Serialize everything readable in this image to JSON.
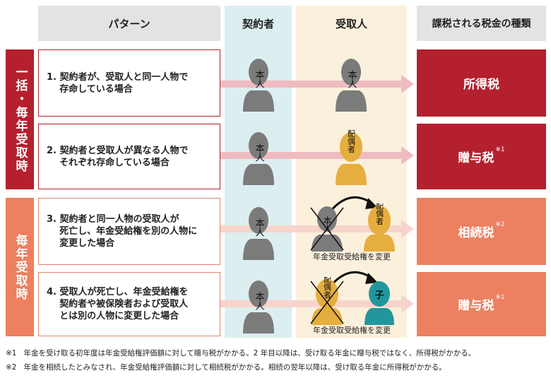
{
  "headers": {
    "pattern": "パターン",
    "contractor": "契約者",
    "recipient": "受取人",
    "tax_type": "課税される税金の種類"
  },
  "side_labels": {
    "lump_annual": "一括・毎年受取時",
    "annual": "毎年受取時"
  },
  "rows": [
    {
      "description": "1. 契約者が、受取人と同一人物で\n    存命している場合",
      "contractor_label": "本人",
      "recipient_label": "本人",
      "tax": "所得税",
      "tax_note": ""
    },
    {
      "description": "2. 契約者と受取人が異なる人物で\n    それぞれ存命している場合",
      "contractor_label": "本人",
      "recipient_label": "配偶者",
      "tax": "贈与税",
      "tax_note": "※1"
    },
    {
      "description": "3. 契約者と同一人物の受取人が\n    死亡し、年金受給権を別の人物に\n    変更した場合",
      "contractor_label": "本人",
      "old_recipient_label": "本人",
      "new_recipient_label": "配偶者",
      "change_label": "年金受取受給権を変更",
      "tax": "相続税",
      "tax_note": "※2"
    },
    {
      "description": "4. 受取人が死亡し、年金受給権を\n    契約者や被保険者および受取人\n    とは別の人物に変更した場合",
      "contractor_label": "本人",
      "old_recipient_label": "配偶者",
      "new_recipient_label": "子",
      "change_label": "年金受取受給権を変更",
      "tax": "贈与税",
      "tax_note": "※1"
    }
  ],
  "footnotes": [
    {
      "mark": "※1",
      "text": "年金を受け取る初年度は年金受給権評価額に対して贈与税がかかる。2 年目以降は、受け取る年金に贈与税ではなく、所得税がかかる。"
    },
    {
      "mark": "※2",
      "text": "年金を相続したとみなされ、年金受給権評価額に対して相続税がかかる。相続の翌年以降は、受け取る年金に所得税がかかる。"
    }
  ],
  "colors": {
    "dark_red": "#b5202e",
    "salmon": "#ec8060",
    "header_gray": "#e3e3e3",
    "contractor_col": "#dceef0",
    "recipient_col": "#fbf0dc",
    "person_gray": "#7b7b7b",
    "person_gold": "#e6ae3e",
    "person_teal": "#21979c",
    "arrow_pink": "#eebcc0",
    "arrow_light": "#f7d4cb"
  }
}
